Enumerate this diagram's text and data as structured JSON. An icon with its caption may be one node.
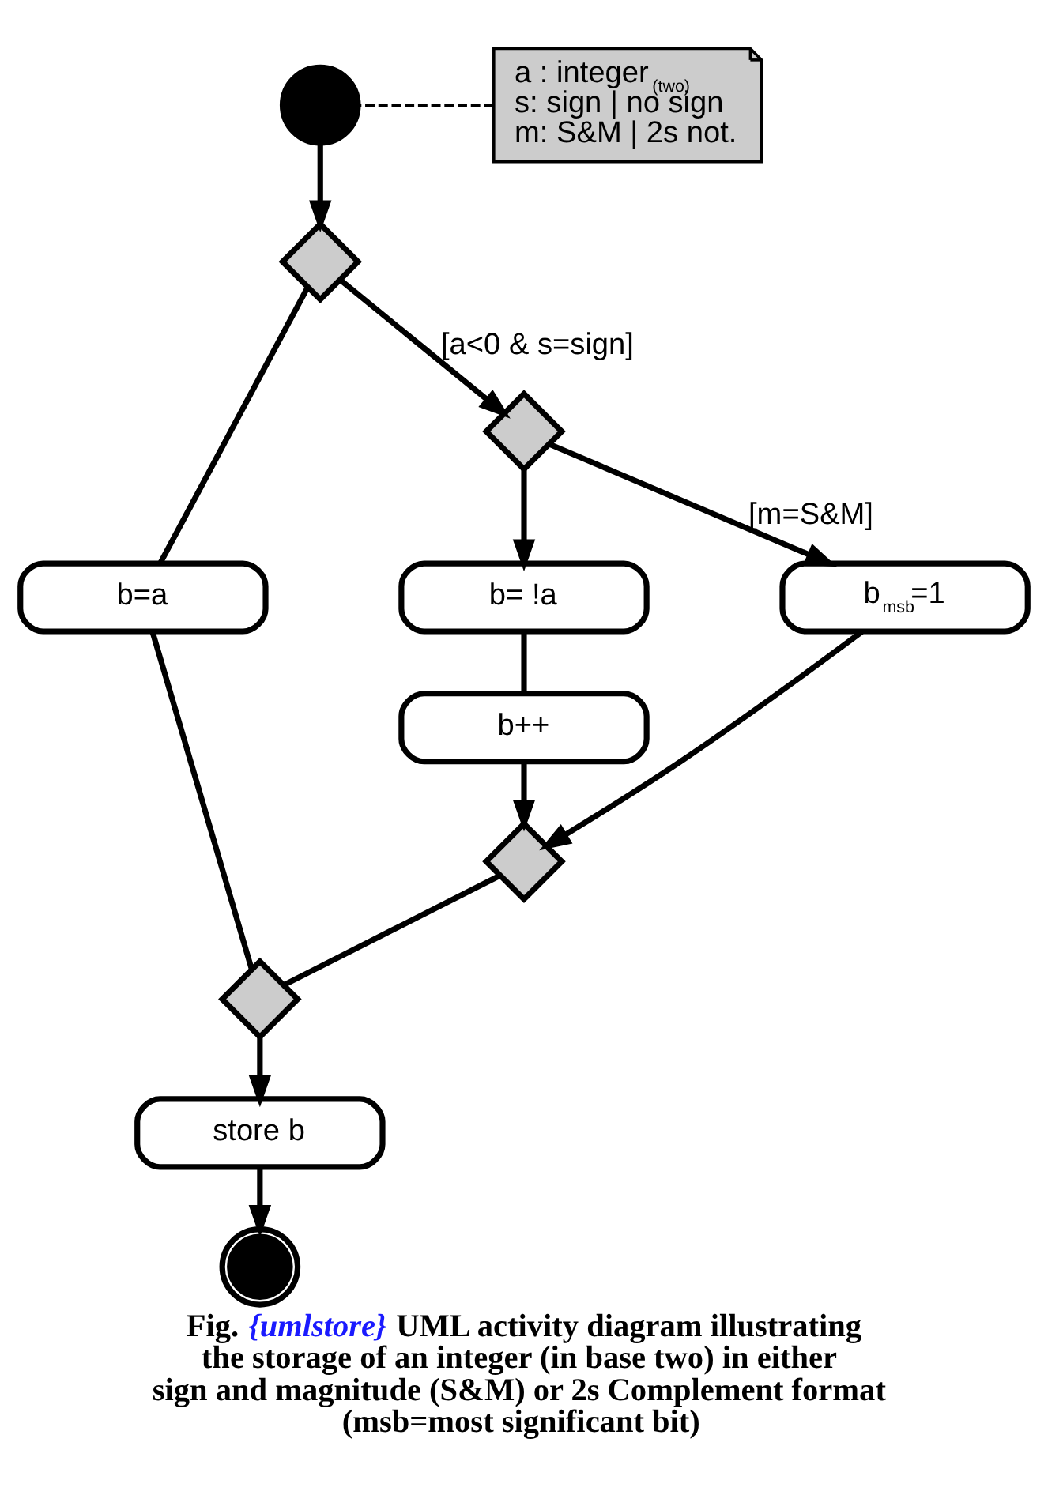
{
  "diagram": {
    "caption": "Fig. *{umlstore}* UML activity diagram illustrating the storage of an integer (in base two) in either sign and magnitude (S&M) or 2s Complement format (msb=most significant bit)",
    "nodes": [
      {
        "text": [],
        "shape": "circle"
      },
      {
        "text": [
          "a : integer$_{(two)}$ s: sign | no sign m: S&M | 2s not."
        ]
      },
      {
        "text": [],
        "shape": "diamond"
      },
      {
        "text": [],
        "shape": "diamond"
      },
      {
        "text": [
          "b=a"
        ]
      },
      {
        "text": [
          "b= !a"
        ]
      },
      {
        "text": [
          "b$_{msb}$=1"
        ]
      },
      {
        "text": [
          "b++"
        ]
      },
      {
        "text": [],
        "shape": "diamond"
      },
      {
        "text": [],
        "shape": "diamond"
      },
      {
        "text": [
          "store b"
        ]
      },
      {
        "text": [],
        "shape": "circle"
      }
    ],
    "edges": [
      {
        "from": 1,
        "to": 0,
        "arrow": "none",
        "style": "dashed"
      },
      {
        "from": 0,
        "to": 2,
        "arrow": "to"
      },
      {
        "from": 2,
        "to": 3,
        "arrow": "to",
        "label": "[a<0 & s=sign]"
      },
      {
        "from": 2,
        "to": 4,
        "arrow": "none"
      },
      {
        "from": 3,
        "to": 5,
        "arrow": "to"
      },
      {
        "from": 3,
        "to": 6,
        "arrow": "to",
        "label": "[m=S&M]"
      },
      {
        "from": 5,
        "to": 7,
        "arrow": "none"
      },
      {
        "from": 7,
        "to": 8,
        "arrow": "to"
      },
      {
        "from": 6,
        "to": 8,
        "arrow": "to"
      },
      {
        "from": 4,
        "to": 9,
        "arrow": "none"
      },
      {
        "from": 8,
        "to": 9,
        "arrow": "none"
      },
      {
        "from": 9,
        "to": 10,
        "arrow": "to"
      },
      {
        "from": 10,
        "to": 11,
        "arrow": "to"
      }
    ]
  }
}
